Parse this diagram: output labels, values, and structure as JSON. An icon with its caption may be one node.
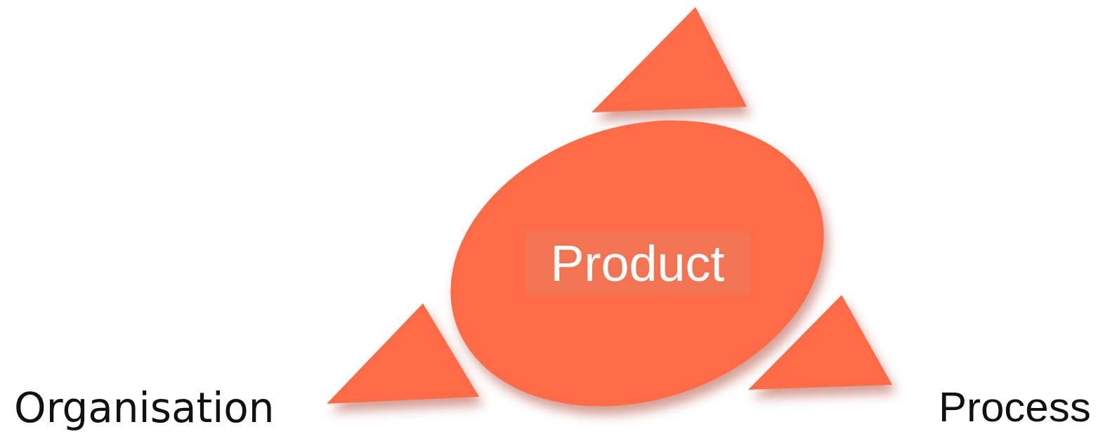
{
  "diagram": {
    "nodes": [
      {
        "text": [],
        "shape": "triangle"
      },
      {
        "text": [
          "Product"
        ]
      },
      {
        "text": [],
        "shape": "triangle",
        "beside": [
          "Organisation"
        ]
      },
      {
        "text": [],
        "shape": "triangle",
        "beside": [
          "Process"
        ]
      }
    ]
  }
}
